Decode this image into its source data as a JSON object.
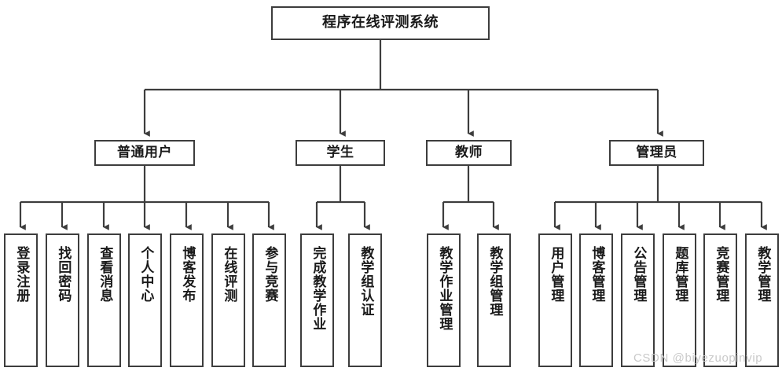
{
  "diagram": {
    "title": "程序在线评测系统",
    "type": "org-tree",
    "root": {
      "label": "程序在线评测系统"
    },
    "roles": [
      {
        "label": "普通用户"
      },
      {
        "label": "学生"
      },
      {
        "label": "教师"
      },
      {
        "label": "管理员"
      }
    ],
    "leaves": {
      "general_user": [
        {
          "label": "登录注册"
        },
        {
          "label": "找回密码"
        },
        {
          "label": "查看消息"
        },
        {
          "label": "个人中心"
        },
        {
          "label": "博客发布"
        },
        {
          "label": "在线评测"
        },
        {
          "label": "参与竞赛"
        }
      ],
      "student": [
        {
          "label": "完成教学作业"
        },
        {
          "label": "教学组认证"
        }
      ],
      "teacher": [
        {
          "label": "教学作业管理"
        },
        {
          "label": "教学组管理"
        }
      ],
      "admin": [
        {
          "label": "用户管理"
        },
        {
          "label": "博客管理"
        },
        {
          "label": "公告管理"
        },
        {
          "label": "题库管理"
        },
        {
          "label": "竞赛管理"
        },
        {
          "label": "教学管理"
        }
      ]
    }
  },
  "watermark": {
    "text": "CSDN @biyezuopinvip"
  },
  "colors": {
    "stroke": "#3d3d3d",
    "text": "#1a1a1a",
    "background": "#ffffff",
    "watermark": "#c9c9c9"
  }
}
